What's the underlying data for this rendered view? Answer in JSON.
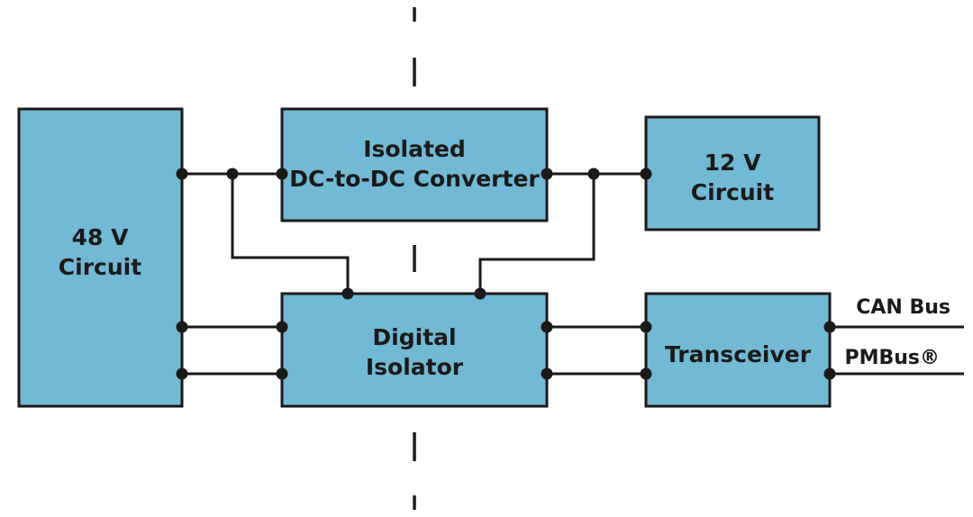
{
  "colors": {
    "block_fill": "#72b9d6",
    "line": "#1a1a1a",
    "background": "#ffffff"
  },
  "blocks": {
    "circuit_48v": {
      "line1": "48 V",
      "line2": "Circuit"
    },
    "dcdc": {
      "line1": "Isolated",
      "line2": "DC-to-DC Converter"
    },
    "circuit_12v": {
      "line1": "12 V",
      "line2": "Circuit"
    },
    "isolator": {
      "line1": "Digital",
      "line2": "Isolator"
    },
    "transceiver": {
      "line1": "Transceiver"
    }
  },
  "bus_labels": {
    "can": "CAN Bus",
    "pmbus": "PMBus®"
  }
}
